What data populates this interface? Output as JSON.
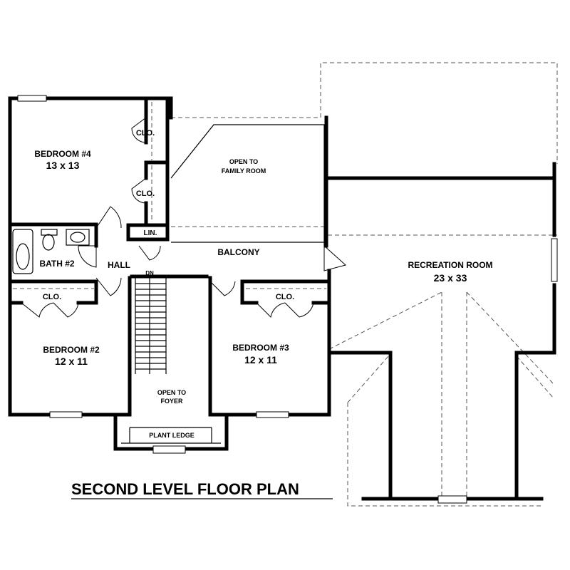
{
  "title": "SECOND LEVEL FLOOR PLAN",
  "rooms": {
    "bedroom4": {
      "name": "BEDROOM #4",
      "size": "13 x 13"
    },
    "bedroom2": {
      "name": "BEDROOM #2",
      "size": "12 x 11"
    },
    "bedroom3": {
      "name": "BEDROOM #3",
      "size": "12 x 11"
    },
    "recreation": {
      "name": "RECREATION ROOM",
      "size": "23 x 33"
    },
    "bath2": {
      "name": "BATH #2"
    },
    "hall": {
      "name": "HALL"
    },
    "balcony": {
      "name": "BALCONY"
    },
    "linen": {
      "name": "LIN."
    },
    "dn": {
      "name": "DN"
    },
    "open_family": {
      "line1": "OPEN TO",
      "line2": "FAMILY ROOM"
    },
    "open_foyer": {
      "line1": "OPEN TO",
      "line2": "FOYER"
    },
    "plant_ledge": {
      "name": "PLANT  LEDGE"
    },
    "closet": {
      "name": "CLO."
    }
  }
}
